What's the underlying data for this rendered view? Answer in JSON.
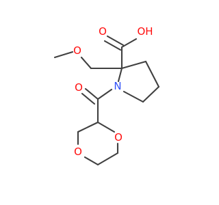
{
  "molecule": {
    "atoms": {
      "carboxyl_O": {
        "label": "O",
        "color": "#ff0d0d"
      },
      "hydroxyl_OH": {
        "label": "OH",
        "color": "#ff0d0d"
      },
      "ether_O": {
        "label": "O",
        "color": "#ff0d0d"
      },
      "ring_N": {
        "label": "N",
        "color": "#3050f8"
      },
      "amide_O": {
        "label": "O",
        "color": "#ff0d0d"
      },
      "dioxane_O_right": {
        "label": "O",
        "color": "#ff0d0d"
      },
      "dioxane_O_left": {
        "label": "O",
        "color": "#ff0d0d"
      }
    },
    "bond_color": "#404040"
  }
}
